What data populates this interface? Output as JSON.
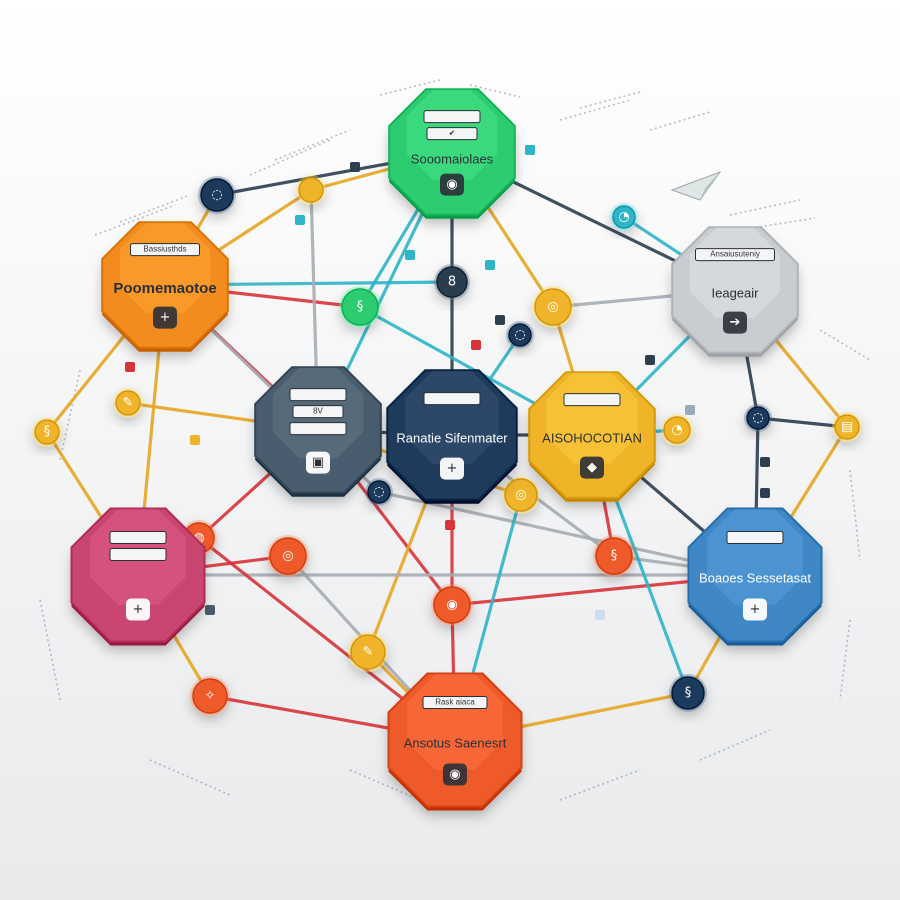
{
  "colors": {
    "background_top": "#ffffff",
    "background_bottom": "#e9eaec",
    "green": "#2ecc71",
    "orange": "#f28c1e",
    "gray": "#c9ccd0",
    "slate": "#4a5d6e",
    "navy": "#1f3b5b",
    "gold": "#f0b429",
    "magenta": "#c94670",
    "blue": "#3f88c5",
    "red_orange": "#ef5a2a",
    "line_dark": "#2c3e50",
    "line_teal": "#2fb5c8",
    "line_gold": "#e7a622",
    "line_red": "#d9343a",
    "line_gray": "#a7adb3"
  },
  "nodes": [
    {
      "id": "n-top",
      "label": "Sooomaiolaes",
      "color": "green",
      "icon": "radio-icon",
      "glyph": "◉",
      "tags": [
        "",
        "✔"
      ],
      "dark": false
    },
    {
      "id": "n-left",
      "label": "Poomemaotoe",
      "color": "orange",
      "icon": "plus-icon",
      "glyph": "+",
      "tags": [
        "Bassiusthds"
      ],
      "dark": false,
      "big": true
    },
    {
      "id": "n-right",
      "label": "Ieageair",
      "color": "gray",
      "icon": "arrow-right-icon",
      "glyph": "➔",
      "tags": [
        "Ansaiusuteniy"
      ],
      "dark": false
    },
    {
      "id": "n-slate",
      "label": "",
      "color": "slate",
      "icon": "tablet-icon",
      "glyph": "▣",
      "tags": [
        "",
        "8V",
        ""
      ],
      "dark": true
    },
    {
      "id": "n-center",
      "label": "Ranatie Sifenmater",
      "color": "navy",
      "icon": "plus-icon",
      "glyph": "+",
      "tags": [
        ""
      ],
      "dark": true
    },
    {
      "id": "n-gold",
      "label": "AISOHOCOTIAN",
      "color": "gold",
      "icon": "diamond-icon",
      "glyph": "◆",
      "tags": [
        ""
      ],
      "dark": false
    },
    {
      "id": "n-magenta",
      "label": "",
      "color": "magenta",
      "icon": "plus-icon",
      "glyph": "+",
      "tags": [
        "",
        ""
      ],
      "dark": true
    },
    {
      "id": "n-blue",
      "label": "Boaoes Sessetasat",
      "color": "blue",
      "icon": "plus-icon",
      "glyph": "+",
      "tags": [
        ""
      ],
      "dark": true
    },
    {
      "id": "n-bottom",
      "label": "Ansotus Saenesrt",
      "color": "red_orange",
      "icon": "circle-icon",
      "glyph": "◉",
      "tags": [
        "Rask aiaca"
      ],
      "dark": false
    }
  ],
  "connectors": [
    {
      "id": "c1",
      "color": "navy",
      "glyph": "◌"
    },
    {
      "id": "c2",
      "color": "gold",
      "glyph": ""
    },
    {
      "id": "c3",
      "color": "green",
      "glyph": "§"
    },
    {
      "id": "c4",
      "color": "line_dark",
      "glyph": "8"
    },
    {
      "id": "c5",
      "color": "gold",
      "glyph": "◎"
    },
    {
      "id": "c6",
      "color": "navy",
      "glyph": "◌"
    },
    {
      "id": "c7",
      "color": "line_teal",
      "glyph": "◔"
    },
    {
      "id": "c8",
      "color": "gold",
      "glyph": "§"
    },
    {
      "id": "c9",
      "color": "gold",
      "glyph": "✎"
    },
    {
      "id": "c10",
      "color": "navy",
      "glyph": "◌"
    },
    {
      "id": "c11",
      "color": "gold",
      "glyph": "▤"
    },
    {
      "id": "c12",
      "color": "navy",
      "glyph": "◌"
    },
    {
      "id": "c13",
      "color": "gold",
      "glyph": "◎"
    },
    {
      "id": "c14",
      "color": "red_orange",
      "glyph": "◍"
    },
    {
      "id": "c15",
      "color": "red_orange",
      "glyph": "◎"
    },
    {
      "id": "c16",
      "color": "red_orange",
      "glyph": "§"
    },
    {
      "id": "c17",
      "color": "red_orange",
      "glyph": "◉"
    },
    {
      "id": "c18",
      "color": "gold",
      "glyph": "✎"
    },
    {
      "id": "c19",
      "color": "red_orange",
      "glyph": "✧"
    },
    {
      "id": "c20",
      "color": "navy",
      "glyph": "§"
    },
    {
      "id": "c21",
      "color": "gold",
      "glyph": "◔"
    }
  ]
}
